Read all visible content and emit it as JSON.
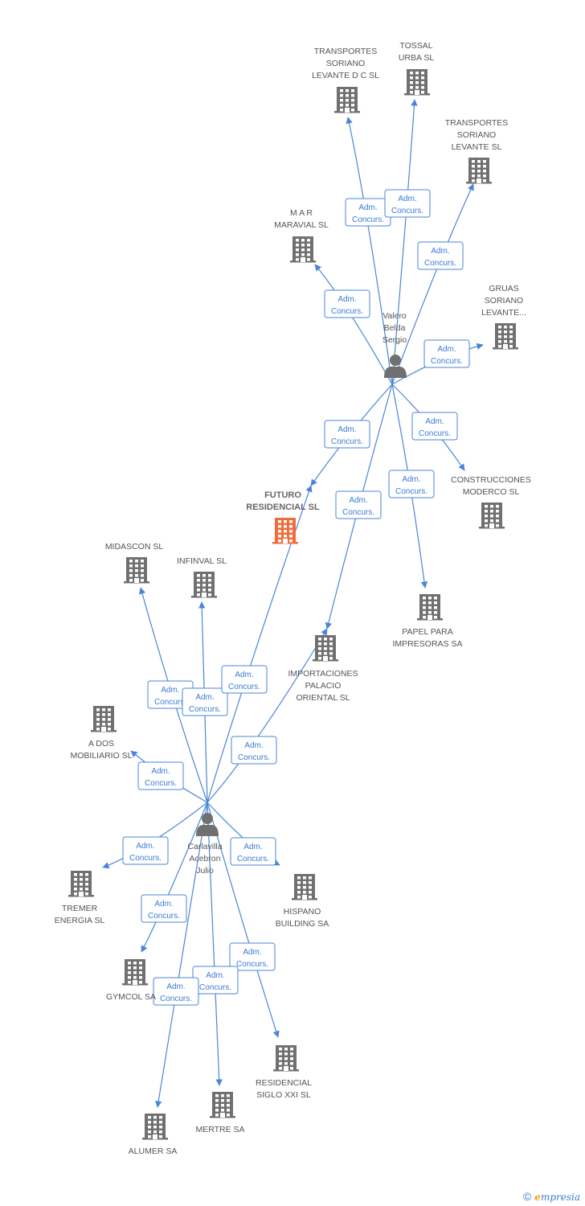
{
  "colors": {
    "edge": "#4a86d8",
    "building": "#707070",
    "focus_building": "#f26b3a",
    "person": "#707070"
  },
  "edge_label_lines": [
    "Adm.",
    "Concurs."
  ],
  "nodes": [
    {
      "id": "transportes_soriano_dc",
      "type": "company",
      "lines": [
        "TRANSPORTES",
        "SORIANO",
        "LEVANTE D C SL"
      ]
    },
    {
      "id": "tossal_urba",
      "type": "company",
      "lines": [
        "TOSSAL",
        "URBA SL"
      ]
    },
    {
      "id": "transportes_soriano",
      "type": "company",
      "lines": [
        "TRANSPORTES",
        "SORIANO",
        "LEVANTE SL"
      ]
    },
    {
      "id": "mar_maravial",
      "type": "company",
      "lines": [
        "M A R",
        "MARAVIAL SL"
      ]
    },
    {
      "id": "gruas_soriano",
      "type": "company",
      "lines": [
        "GRUAS",
        "SORIANO",
        "LEVANTE..."
      ]
    },
    {
      "id": "valero",
      "type": "person",
      "lines": [
        "Valero",
        "Belda",
        "Sergio"
      ]
    },
    {
      "id": "futuro",
      "type": "focus",
      "lines": [
        "FUTURO",
        "RESIDENCIAL SL"
      ]
    },
    {
      "id": "construcciones",
      "type": "company",
      "lines": [
        "CONSTRUCCIONES",
        "MODERCO SL"
      ]
    },
    {
      "id": "midascon",
      "type": "company",
      "lines": [
        "MIDASCON SL"
      ]
    },
    {
      "id": "infinval",
      "type": "company",
      "lines": [
        "INFINVAL SL"
      ]
    },
    {
      "id": "papel",
      "type": "company",
      "lines": [
        "PAPEL PARA",
        "IMPRESORAS SA"
      ]
    },
    {
      "id": "importaciones",
      "type": "company",
      "lines": [
        "IMPORTACIONES",
        "PALACIO",
        "ORIENTAL SL"
      ]
    },
    {
      "id": "a_dos",
      "type": "company",
      "lines": [
        "A DOS",
        "MOBILIARIO SL"
      ]
    },
    {
      "id": "carlavilla",
      "type": "person",
      "lines": [
        "Carlavilla",
        "Acebron",
        "Julio"
      ]
    },
    {
      "id": "tremer",
      "type": "company",
      "lines": [
        "TREMER",
        "ENERGIA SL"
      ]
    },
    {
      "id": "hispano",
      "type": "company",
      "lines": [
        "HISPANO",
        "BUILDING SA"
      ]
    },
    {
      "id": "gymcol",
      "type": "company",
      "lines": [
        "GYMCOL SA"
      ]
    },
    {
      "id": "residencial_siglo",
      "type": "company",
      "lines": [
        "RESIDENCIAL",
        "SIGLO XXI SL"
      ]
    },
    {
      "id": "mertre",
      "type": "company",
      "lines": [
        "MERTRE SA"
      ]
    },
    {
      "id": "alumer",
      "type": "company",
      "lines": [
        "ALUMER SA"
      ]
    }
  ],
  "edges": [
    {
      "from": "valero",
      "to": "transportes_soriano_dc",
      "label": "Adm. Concurs."
    },
    {
      "from": "valero",
      "to": "tossal_urba",
      "label": "Adm. Concurs."
    },
    {
      "from": "valero",
      "to": "transportes_soriano",
      "label": "Adm. Concurs."
    },
    {
      "from": "valero",
      "to": "mar_maravial",
      "label": "Adm. Concurs."
    },
    {
      "from": "valero",
      "to": "gruas_soriano",
      "label": "Adm. Concurs."
    },
    {
      "from": "valero",
      "to": "futuro",
      "label": "Adm. Concurs."
    },
    {
      "from": "valero",
      "to": "construcciones",
      "label": "Adm. Concurs."
    },
    {
      "from": "valero",
      "to": "papel",
      "label": "Adm. Concurs."
    },
    {
      "from": "valero",
      "to": "importaciones",
      "label": "Adm. Concurs."
    },
    {
      "from": "carlavilla",
      "to": "midascon",
      "label": "Adm. Concurs."
    },
    {
      "from": "carlavilla",
      "to": "infinval",
      "label": "Adm. Concurs."
    },
    {
      "from": "carlavilla",
      "to": "futuro",
      "label": "Adm. Concurs."
    },
    {
      "from": "carlavilla",
      "to": "a_dos",
      "label": "Adm. Concurs."
    },
    {
      "from": "carlavilla",
      "to": "importaciones",
      "label": "Adm. Concurs."
    },
    {
      "from": "carlavilla",
      "to": "tremer",
      "label": "Adm. Concurs."
    },
    {
      "from": "carlavilla",
      "to": "hispano",
      "label": "Adm. Concurs."
    },
    {
      "from": "carlavilla",
      "to": "gymcol",
      "label": "Adm. Concurs."
    },
    {
      "from": "carlavilla",
      "to": "residencial_siglo",
      "label": "Adm. Concurs."
    },
    {
      "from": "carlavilla",
      "to": "mertre",
      "label": "Adm. Concurs."
    },
    {
      "from": "carlavilla",
      "to": "alumer",
      "label": "Adm. Concurs."
    }
  ],
  "footer": {
    "copyright": "©",
    "brand_initial": "e",
    "brand_rest": "mpresia"
  }
}
